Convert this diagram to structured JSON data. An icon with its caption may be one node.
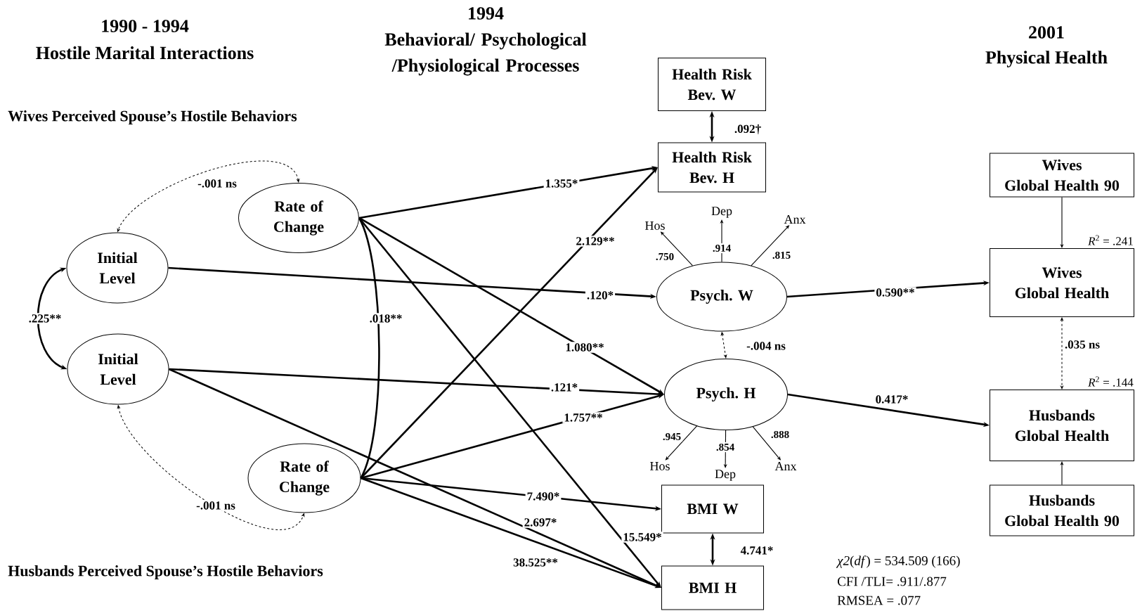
{
  "diagram": {
    "nodes": [
      {
        "text": [
          "Health Risk Bev. W"
        ]
      },
      {
        "text": [
          "Health Risk Bev. H"
        ]
      },
      {
        "text": [
          "Wives",
          "Global Health 90"
        ]
      },
      {
        "text": [
          "Rate of Change"
        ]
      },
      {
        "text": [
          "Initial Level"
        ]
      },
      {
        "text": [
          "Psych. W"
        ]
      },
      {
        "text": [
          "Wives",
          "Global Health"
        ],
        "beside": [
          "*R*$^{2}$ = .241"
        ]
      },
      {
        "text": [
          "Initial Level"
        ]
      },
      {
        "text": [
          "Psych. H"
        ]
      },
      {
        "text": [
          "Husbands",
          "Global Health"
        ],
        "beside": [
          "*R*$^{2}$ = .144"
        ]
      },
      {
        "text": [
          "Rate of Change"
        ]
      },
      {
        "text": [
          "BMI W"
        ]
      },
      {
        "text": [
          "Husbands",
          "Global Health 90"
        ]
      },
      {
        "text": [
          "BMI H"
        ]
      },
      {
        "text": [
          "Hos"
        ]
      },
      {
        "text": [
          "Dep"
        ]
      },
      {
        "text": [
          "Anx"
        ]
      },
      {
        "text": [
          "Hos"
        ]
      },
      {
        "text": [
          "Dep"
        ]
      },
      {
        "text": [
          "Anx"
        ]
      }
    ],
    "edges": [
      {
        "from": 0,
        "to": 1,
        "arrow": "both",
        "label": ".092†"
      },
      {
        "from": 2,
        "to": 6,
        "arrow": "to"
      },
      {
        "from": 12,
        "to": 9,
        "arrow": "to"
      },
      {
        "from": 6,
        "to": 9,
        "arrow": "both",
        "label": ".035 ns",
        "style": "dashed"
      },
      {
        "from": 5,
        "to": 8,
        "arrow": "both",
        "label": "-.004 ns",
        "style": "dashed"
      },
      {
        "from": 11,
        "to": 13,
        "arrow": "both",
        "label": "4.741*"
      },
      {
        "from": 4,
        "to": 7,
        "arrow": "both",
        "label": ".225**"
      },
      {
        "from": 3,
        "to": 4,
        "arrow": "both",
        "label": "-.001 ns",
        "style": "dashed"
      },
      {
        "from": 7,
        "to": 10,
        "arrow": "both",
        "label": "-.001 ns",
        "style": "dashed"
      },
      {
        "from": 3,
        "to": 10,
        "arrow": "none",
        "label": ".018**"
      },
      {
        "from": 3,
        "to": 1,
        "arrow": "to",
        "label": "1.355*"
      },
      {
        "from": 10,
        "to": 1,
        "arrow": "to",
        "label": "2.129**"
      },
      {
        "from": 4,
        "to": 5,
        "arrow": "to",
        "label": ".120*"
      },
      {
        "from": 3,
        "to": 8,
        "arrow": "to",
        "label": "1.080**"
      },
      {
        "from": 3,
        "to": 13,
        "arrow": "to",
        "label": "15.549*"
      },
      {
        "from": 7,
        "to": 8,
        "arrow": "to",
        "label": ".121*"
      },
      {
        "from": 10,
        "to": 8,
        "arrow": "to",
        "label": "1.757**"
      },
      {
        "from": 10,
        "to": 11,
        "arrow": "to",
        "label": "7.490*"
      },
      {
        "from": 7,
        "to": 13,
        "arrow": "to",
        "label": "2.697*"
      },
      {
        "from": 10,
        "to": 13,
        "arrow": "to",
        "label": "38.525**"
      },
      {
        "from": 5,
        "to": 6,
        "arrow": "to",
        "label": "0.590**"
      },
      {
        "from": 8,
        "to": 9,
        "arrow": "to",
        "label": "0.417*"
      },
      {
        "from": 5,
        "to": 14,
        "arrow": "to",
        "label": ".750"
      },
      {
        "from": 5,
        "to": 15,
        "arrow": "to",
        "label": ".914"
      },
      {
        "from": 5,
        "to": 16,
        "arrow": "to",
        "label": ".815"
      },
      {
        "from": 8,
        "to": 17,
        "arrow": "to",
        "label": ".945"
      },
      {
        "from": 8,
        "to": 18,
        "arrow": "to",
        "label": ".854"
      },
      {
        "from": 8,
        "to": 19,
        "arrow": "to",
        "label": ".888"
      }
    ],
    "labels": [
      "1990 - 1994",
      "Hostile Marital Interactions",
      "1994",
      "Behavioral/ Psychological /Physiological Processes",
      "2001",
      "Physical Health",
      "Wives Perceived Spouse’s Hostile Behaviors",
      "Husbands Perceived Spouse’s Hostile Behaviors",
      "*χ2*(*df*) = 534.509 (166)",
      "CFI /TLI= .911/.877",
      "RMSEA = .077"
    ]
  }
}
